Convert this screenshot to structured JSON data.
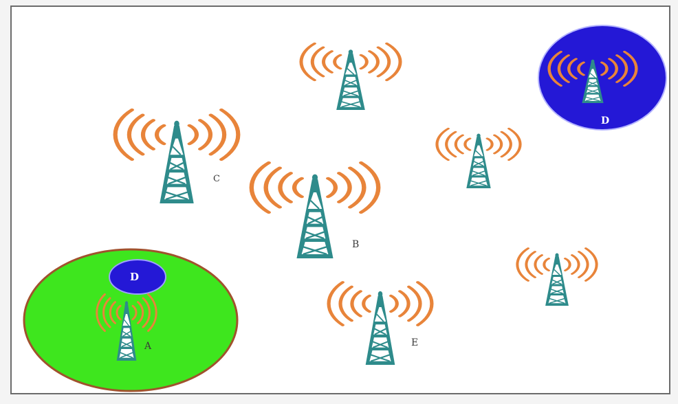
{
  "colors": {
    "tower": "#2e8b8b",
    "waves": "#e8843a",
    "zone_green": "#3ee61e",
    "zone_green_border": "#a0522d",
    "zone_blue": "#2418d6",
    "frame_border": "#6b6b6b",
    "background": "#ffffff"
  },
  "icons": {
    "tower": "radio-tower-icon",
    "waves": "signal-waves-icon"
  },
  "labels": {
    "a": "A",
    "b": "B",
    "c": "C",
    "d_bottom": "D",
    "d_top": "D",
    "e": "E"
  }
}
